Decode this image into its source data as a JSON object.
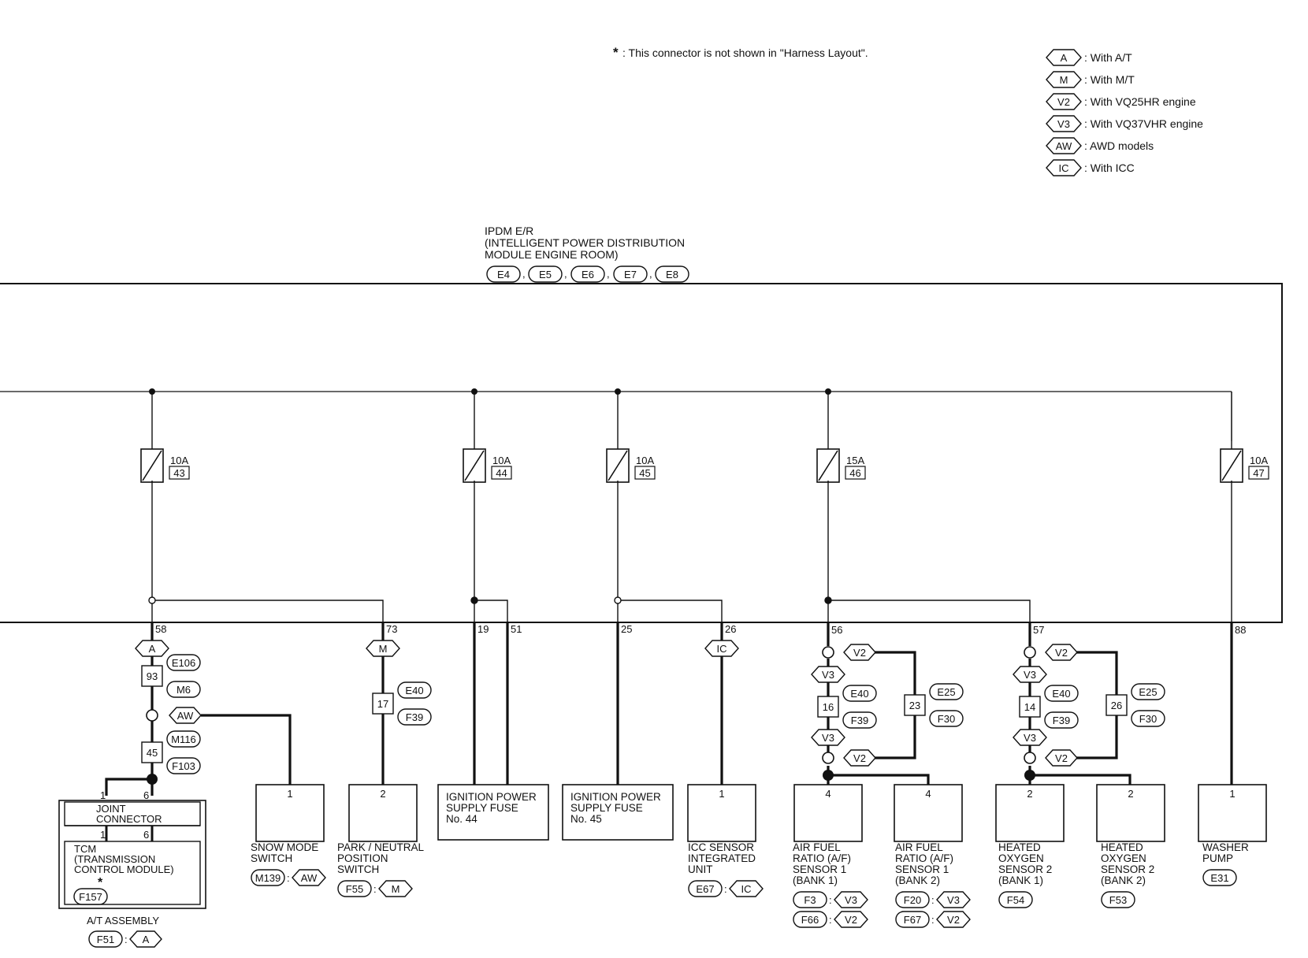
{
  "note": {
    "star": "*",
    "text": ": This connector is not shown in \"Harness Layout\"."
  },
  "legend": [
    {
      "code": "A",
      "text": ": With A/T"
    },
    {
      "code": "M",
      "text": ": With M/T"
    },
    {
      "code": "V2",
      "text": ": With VQ25HR engine"
    },
    {
      "code": "V3",
      "text": ": With VQ37VHR engine"
    },
    {
      "code": "AW",
      "text": ": AWD models"
    },
    {
      "code": "IC",
      "text": ": With ICC"
    }
  ],
  "ipdm": {
    "title": [
      "IPDM E/R",
      "(INTELLIGENT POWER DISTRIBUTION",
      " MODULE ENGINE ROOM)"
    ],
    "connectors": [
      "E4",
      "E5",
      "E6",
      "E7",
      "E8"
    ]
  },
  "fuses": [
    {
      "rating": "10A",
      "number": "43"
    },
    {
      "rating": "10A",
      "number": "44"
    },
    {
      "rating": "10A",
      "number": "45"
    },
    {
      "rating": "15A",
      "number": "46"
    },
    {
      "rating": "10A",
      "number": "47"
    }
  ],
  "terminals": [
    "58",
    "73",
    "19",
    "51",
    "25",
    "26",
    "56",
    "57",
    "88"
  ],
  "inline": {
    "c93": {
      "pin": "93",
      "a": "E106",
      "b": "M6"
    },
    "c45": {
      "pin": "45",
      "a": "M116",
      "b": "F103"
    },
    "c17": {
      "pin": "17",
      "a": "E40",
      "b": "F39"
    },
    "c16": {
      "pin": "16",
      "a": "E40",
      "b": "F39"
    },
    "c23": {
      "pin": "23",
      "a": "E25",
      "b": "F30"
    },
    "c14": {
      "pin": "14",
      "a": "E40",
      "b": "F39"
    },
    "c26": {
      "pin": "26",
      "a": "E25",
      "b": "F30"
    }
  },
  "tags": {
    "A": "A",
    "M": "M",
    "IC": "IC",
    "AW": "AW",
    "V2": "V2",
    "V3": "V3"
  },
  "joint": {
    "title": [
      "JOINT",
      "CONNECTOR"
    ],
    "pin_a": "1",
    "pin_b": "6"
  },
  "tcm": {
    "title": [
      "TCM",
      "(TRANSMISSION",
      " CONTROL MODULE)"
    ],
    "star": "*",
    "connector": "F157"
  },
  "at_assembly": {
    "label": "A/T ASSEMBLY",
    "connector": "F51",
    "code": "A"
  },
  "components": [
    {
      "id": "snow",
      "pin": "1",
      "label": [
        "SNOW MODE",
        "SWITCH"
      ],
      "conn": [
        {
          "c": "M139",
          "code": "AW"
        }
      ]
    },
    {
      "id": "park",
      "pin": "2",
      "label": [
        "PARK / NEUTRAL",
        "POSITION",
        "SWITCH"
      ],
      "conn": [
        {
          "c": "F55",
          "code": "M"
        }
      ]
    },
    {
      "id": "ign44",
      "pin": "",
      "label": [
        "IGNITION POWER",
        "SUPPLY FUSE",
        "No. 44"
      ],
      "conn": []
    },
    {
      "id": "ign45",
      "pin": "",
      "label": [
        "IGNITION POWER",
        "SUPPLY FUSE",
        "No. 45"
      ],
      "conn": []
    },
    {
      "id": "icc",
      "pin": "1",
      "label": [
        "ICC SENSOR",
        "INTEGRATED",
        "UNIT"
      ],
      "conn": [
        {
          "c": "E67",
          "code": "IC"
        }
      ]
    },
    {
      "id": "af1",
      "pin": "4",
      "label": [
        "AIR FUEL",
        "RATIO (A/F)",
        "SENSOR 1",
        "(BANK 1)"
      ],
      "conn": [
        {
          "c": "F3",
          "code": "V3"
        },
        {
          "c": "F66",
          "code": "V2"
        }
      ]
    },
    {
      "id": "af2",
      "pin": "4",
      "label": [
        "AIR FUEL",
        "RATIO (A/F)",
        "SENSOR 1",
        "(BANK 2)"
      ],
      "conn": [
        {
          "c": "F20",
          "code": "V3"
        },
        {
          "c": "F67",
          "code": "V2"
        }
      ]
    },
    {
      "id": "ho1",
      "pin": "2",
      "label": [
        "HEATED",
        "OXYGEN",
        "SENSOR 2",
        "(BANK 1)"
      ],
      "conn": [
        {
          "c": "F54",
          "code": ""
        }
      ]
    },
    {
      "id": "ho2",
      "pin": "2",
      "label": [
        "HEATED",
        "OXYGEN",
        "SENSOR 2",
        "(BANK 2)"
      ],
      "conn": [
        {
          "c": "F53",
          "code": ""
        }
      ]
    },
    {
      "id": "washer",
      "pin": "1",
      "label": [
        "WASHER",
        "PUMP"
      ],
      "conn": [
        {
          "c": "E31",
          "code": ""
        }
      ]
    }
  ]
}
